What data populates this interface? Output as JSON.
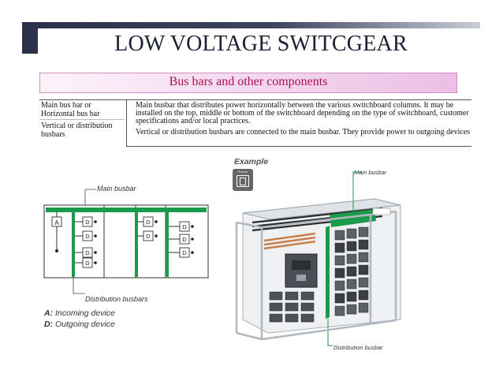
{
  "title": "LOW VOLTAGE SWITCGEAR",
  "subtitle": "Bus bars and other components",
  "definitions": [
    {
      "term": "Main bus bar or Horizontal bus bar",
      "description": "Main busbar that distributes power horizontally between the various switchboard columns. It may be installed on the top, middle or bottom of the switchboard depending on the type of switchboard, customer specifications and/or local practices."
    },
    {
      "term": "Vertical or distribution busbars",
      "description": "Vertical or distribution busbars are connected to the main busbar. They provide power to outgoing devices"
    }
  ],
  "diagram": {
    "main_busbar_label": "Main busbar",
    "distribution_busbars_label": "Distribution busbars",
    "incoming_code": "A",
    "outgoing_code": "D",
    "legend": [
      {
        "code": "A:",
        "text": " Incoming device"
      },
      {
        "code": "D:",
        "text": " Outgoing device"
      }
    ]
  },
  "example": {
    "heading": "Example",
    "icon_caption": "Prisma",
    "main_busbar_label": "Main busbar",
    "distribution_busbar_label": "Distribution busbar"
  },
  "colors": {
    "busbar": "#1a9a4a",
    "title": "#1c2035",
    "subtitle": "#b01050"
  }
}
